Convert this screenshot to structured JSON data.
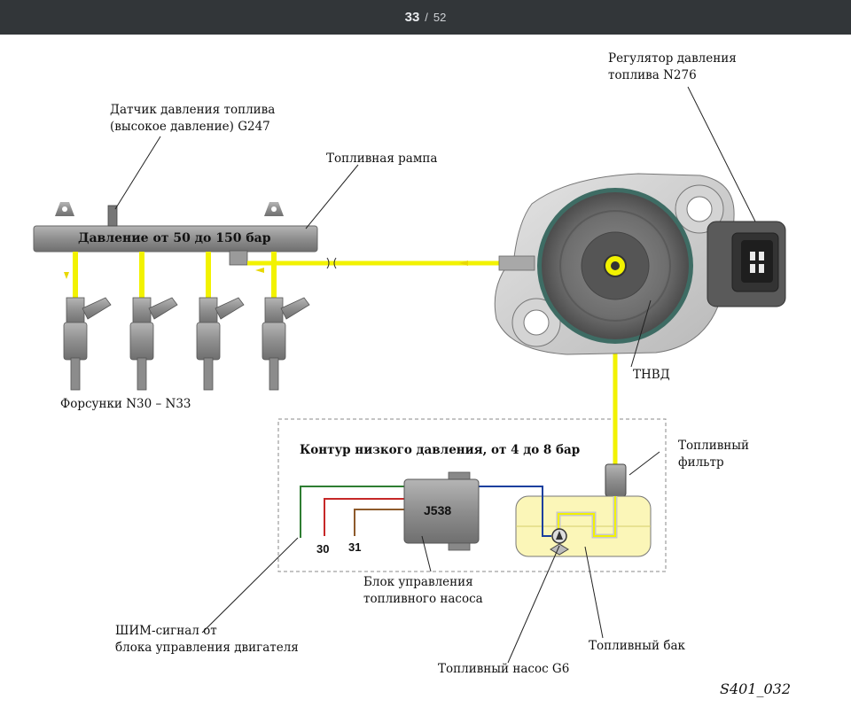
{
  "viewer": {
    "current_page": "33",
    "separator": "/",
    "total_pages": "52"
  },
  "labels": {
    "pressure_sensor": [
      "Датчик давления топлива",
      "(высокое давление) G247"
    ],
    "fuel_rail": "Топливная рампа",
    "pressure_regulator": [
      "Регулятор давления",
      "топлива N276"
    ],
    "rail_pressure": "Давление от 50 до 150 бар",
    "injectors": "Форсунки N30 – N33",
    "hp_pump": "ТНВД",
    "low_pressure_circuit": "Контур низкого давления, от 4 до 8 бар",
    "fuel_filter": [
      "Топливный",
      "фильтр"
    ],
    "pump_control_unit": [
      "Блок управления",
      "топливного насоса"
    ],
    "pwm_signal": [
      "ШИМ-сигнал от",
      "блока управления двигателя"
    ],
    "fuel_tank": "Топливный бак",
    "fuel_pump": "Топливный насос G6",
    "figure_id": "S401_032"
  },
  "codes": {
    "ecu": "J538",
    "terminal_30": "30",
    "terminal_31": "31"
  },
  "colors": {
    "fuel_line": "#f2f200",
    "wire_pwm": "#2e7d32",
    "wire_30": "#c62828",
    "wire_31": "#8d5a2b",
    "wire_pump": "#1a3f9e",
    "tank_fill": "#fbf6b8",
    "metal": "#9a9a9a"
  }
}
